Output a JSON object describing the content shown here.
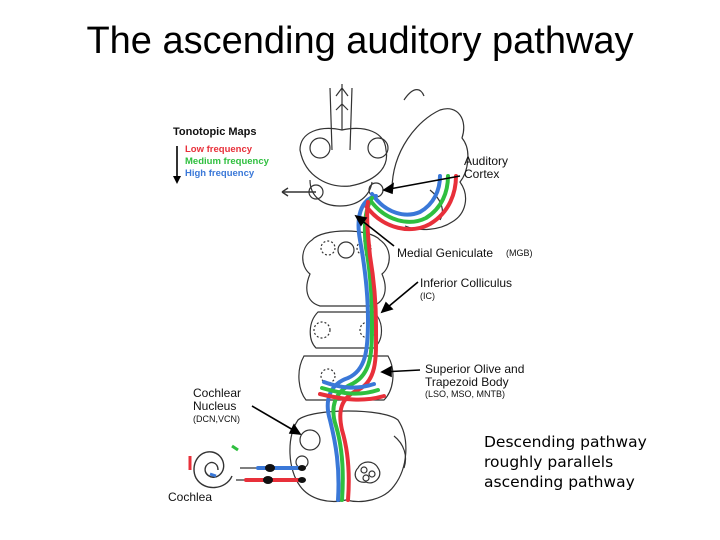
{
  "title": "The ascending auditory pathway",
  "legend": {
    "heading": "Tonotopic Maps",
    "items": [
      {
        "label": "Low frequency",
        "color": "#e8303a"
      },
      {
        "label": "Medium frequency",
        "color": "#2fbf3f"
      },
      {
        "label": "High frequency",
        "color": "#3a78d8"
      }
    ]
  },
  "labels": {
    "auditory_cortex": [
      "Auditory",
      "Cortex"
    ],
    "medial_geniculate": "Medial Geniculate",
    "medial_geniculate_abbr": "(MGB)",
    "inferior_colliculus": "Inferior Colliculus",
    "inferior_colliculus_abbr": "(IC)",
    "superior_olive": [
      "Superior Olive and",
      "Trapezoid Body"
    ],
    "superior_olive_abbr": "(LSO, MSO, MNTB)",
    "cochlear_nucleus": [
      "Cochlear",
      "Nucleus"
    ],
    "cochlear_nucleus_abbr": "(DCN,VCN)",
    "cochlea": "Cochlea"
  },
  "note": [
    "Descending pathway",
    "roughly parallels",
    "ascending pathway"
  ],
  "colors": {
    "low": "#e8303a",
    "medium": "#2fbf3f",
    "high": "#3a78d8",
    "outline": "#333333"
  }
}
